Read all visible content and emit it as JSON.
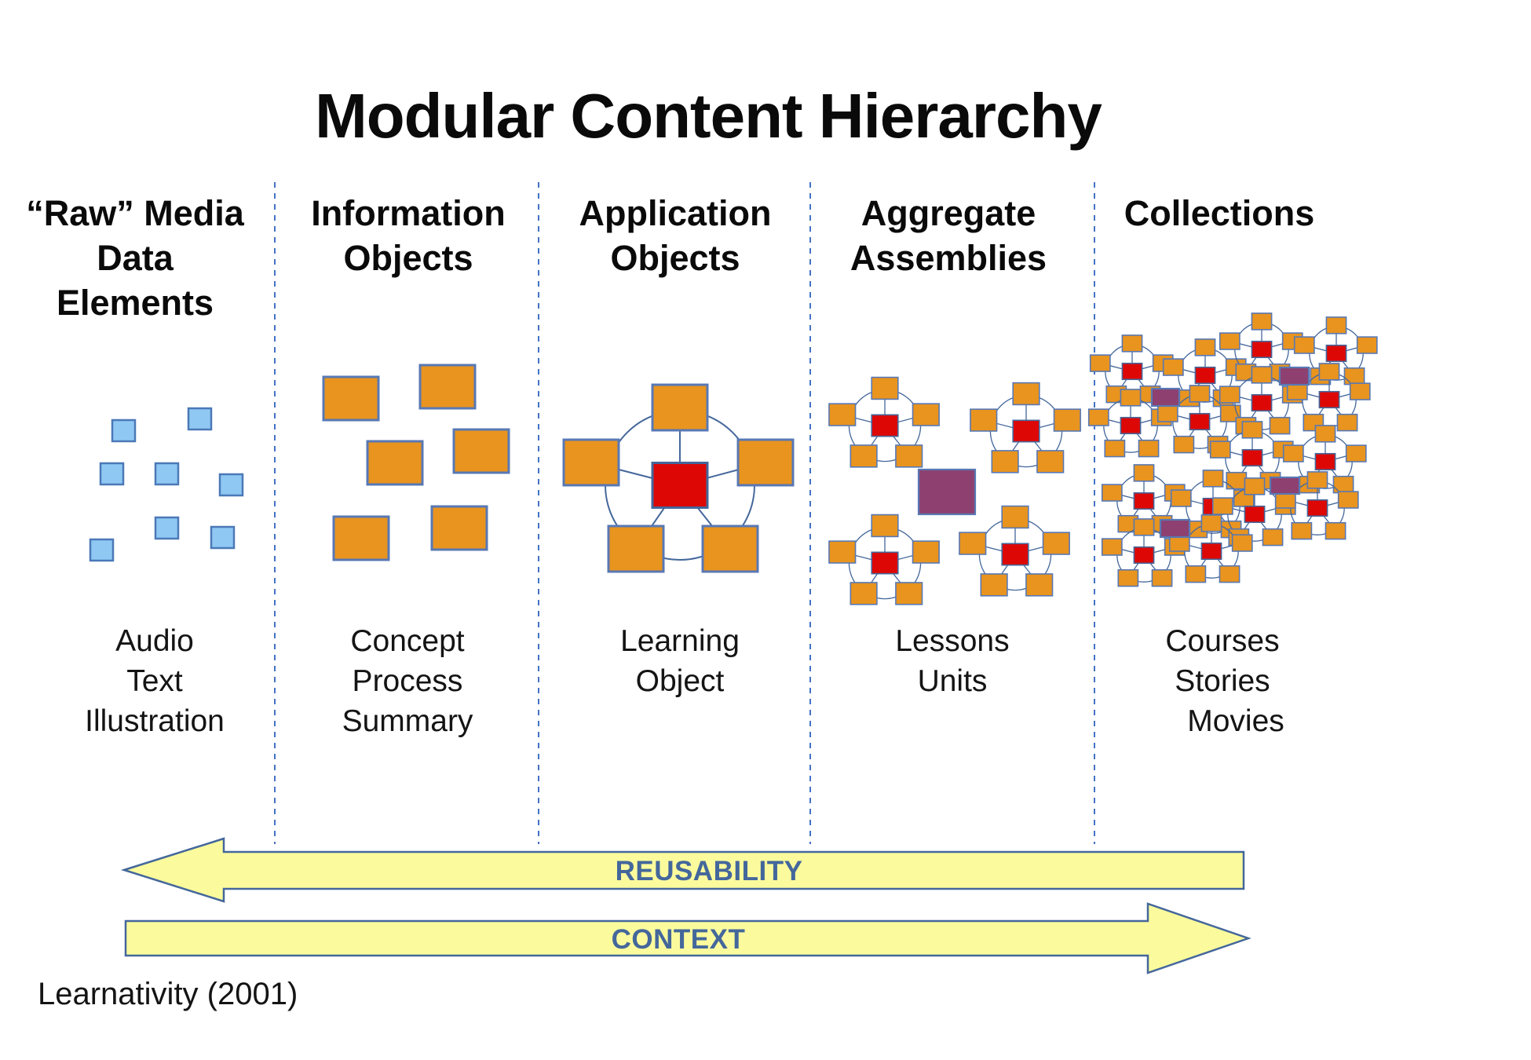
{
  "title": "Modular Content Hierarchy",
  "attribution": "Learnativity (2001)",
  "columns": [
    {
      "id": "raw-media",
      "header_lines": [
        "“Raw” Media",
        "Data",
        "Elements"
      ],
      "label_lines": [
        "Audio",
        "Text",
        "Illustration"
      ]
    },
    {
      "id": "information-objects",
      "header_lines": [
        "Information",
        "Objects"
      ],
      "label_lines": [
        "Concept",
        "Process",
        "Summary"
      ]
    },
    {
      "id": "application-objects",
      "header_lines": [
        "Application",
        "Objects"
      ],
      "label_lines": [
        "Learning",
        "Object"
      ]
    },
    {
      "id": "aggregate-assemblies",
      "header_lines": [
        "Aggregate",
        "Assemblies"
      ],
      "label_lines": [
        "Lessons",
        "Units"
      ]
    },
    {
      "id": "collections",
      "header_lines": [
        "Collections"
      ],
      "label_lines": [
        "Courses",
        "Stories",
        "Movies"
      ]
    }
  ],
  "arrows": [
    {
      "id": "reusability",
      "label": "REUSABILITY",
      "direction": "left"
    },
    {
      "id": "context",
      "label": "CONTEXT",
      "direction": "right"
    }
  ],
  "figures": {
    "raw_media_elements": 8,
    "information_objects": 6,
    "application_object_satellites": 5,
    "aggregate_molecules": 4,
    "aggregate_purple_blocks": 1,
    "collection_molecules": 16,
    "collection_purple_blocks": 4
  },
  "colors": {
    "raw_media_fill": "#90c8f4",
    "raw_media_border": "#4b79b7",
    "object_fill": "#e8941f",
    "object_border": "#5878b4",
    "core_fill": "#dd0806",
    "assembly_fill": "#8e4070",
    "connector": "#44679b",
    "divider": "#4472c4",
    "arrow_fill": "#fbfb9d",
    "arrow_border": "#44679b",
    "arrow_text": "#44679b",
    "text": "#0a0a0a"
  }
}
